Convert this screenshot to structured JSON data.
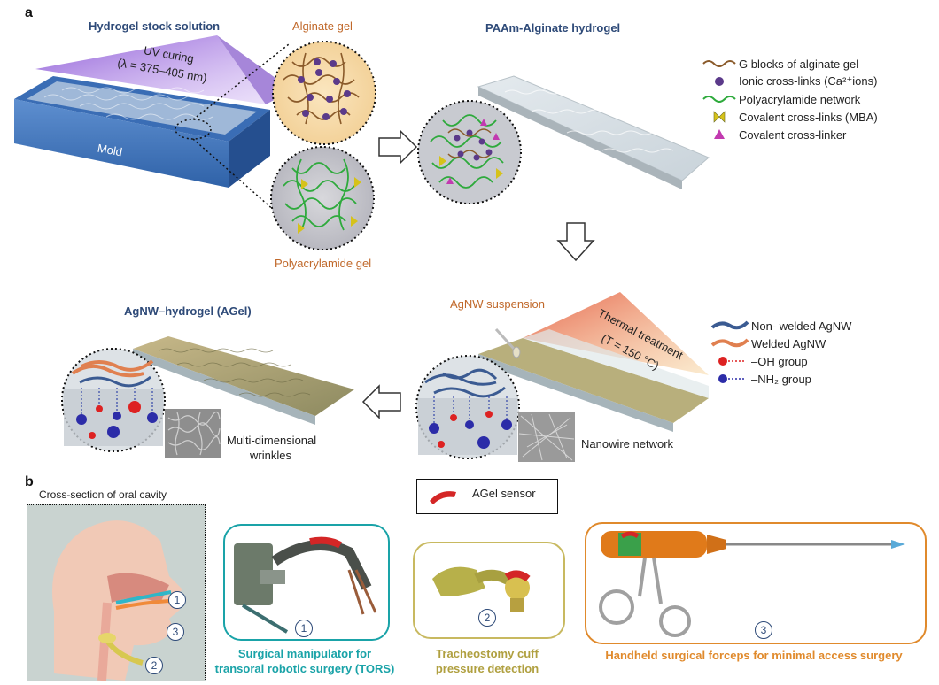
{
  "panel_a": {
    "letter": "a",
    "stock_title": "Hydrogel stock solution",
    "uv_label_line1": "UV curing",
    "uv_label_line2": "(λ = 375–405 nm)",
    "mold_label": "Mold",
    "alginate_gel": "Alginate gel",
    "polyacrylamide_gel": "Polyacrylamide gel",
    "paam_title": "PAAm-Alginate  hydrogel",
    "legend": [
      {
        "icon": "brown-wavy-line-icon",
        "text": "G blocks of alginate gel"
      },
      {
        "icon": "purple-sphere-icon",
        "text": "Ionic cross-links (Ca²⁺ions)"
      },
      {
        "icon": "green-wavy-line-icon",
        "text": "Polyacrylamide network"
      },
      {
        "icon": "yellow-bowtie-icon",
        "text": "Covalent cross-links (MBA)"
      },
      {
        "icon": "magenta-triangle-icon",
        "text": "Covalent cross-linker"
      }
    ],
    "agel_title": "AgNW–hydrogel (AGel)",
    "agnw_suspension": "AgNW suspension",
    "thermal_line1": "Thermal treatment",
    "thermal_line2": "(T = 150 °C)",
    "legend2": [
      {
        "icon": "blue-wire-icon",
        "text": "Non- welded AgNW"
      },
      {
        "icon": "orange-wire-icon",
        "text": "Welded AgNW"
      },
      {
        "icon": "red-dot-icon",
        "text": "–OH group"
      },
      {
        "icon": "blue-dot-icon",
        "text": "–NH₂ group"
      }
    ],
    "wrinkles_line1": "Multi-dimensional",
    "wrinkles_line2": "wrinkles",
    "nanowire_network": "Nanowire network"
  },
  "panel_b": {
    "letter": "b",
    "oral_cavity": "Cross-section of oral cavity",
    "agel_sensor": "AGel sensor",
    "numbers": [
      "1",
      "2",
      "3"
    ],
    "cap1_line1": "Surgical manipulator for",
    "cap1_line2": "transoral robotic surgery (TORS)",
    "cap2_line1": "Tracheostomy cuff",
    "cap2_line2": "pressure detection",
    "cap3": "Handheld surgical forceps for minimal  access surgery"
  },
  "colors": {
    "title_blue": "#2e4a78",
    "teal": "#1aa3a8",
    "olive": "#b0a040",
    "orange": "#e08a2c"
  }
}
